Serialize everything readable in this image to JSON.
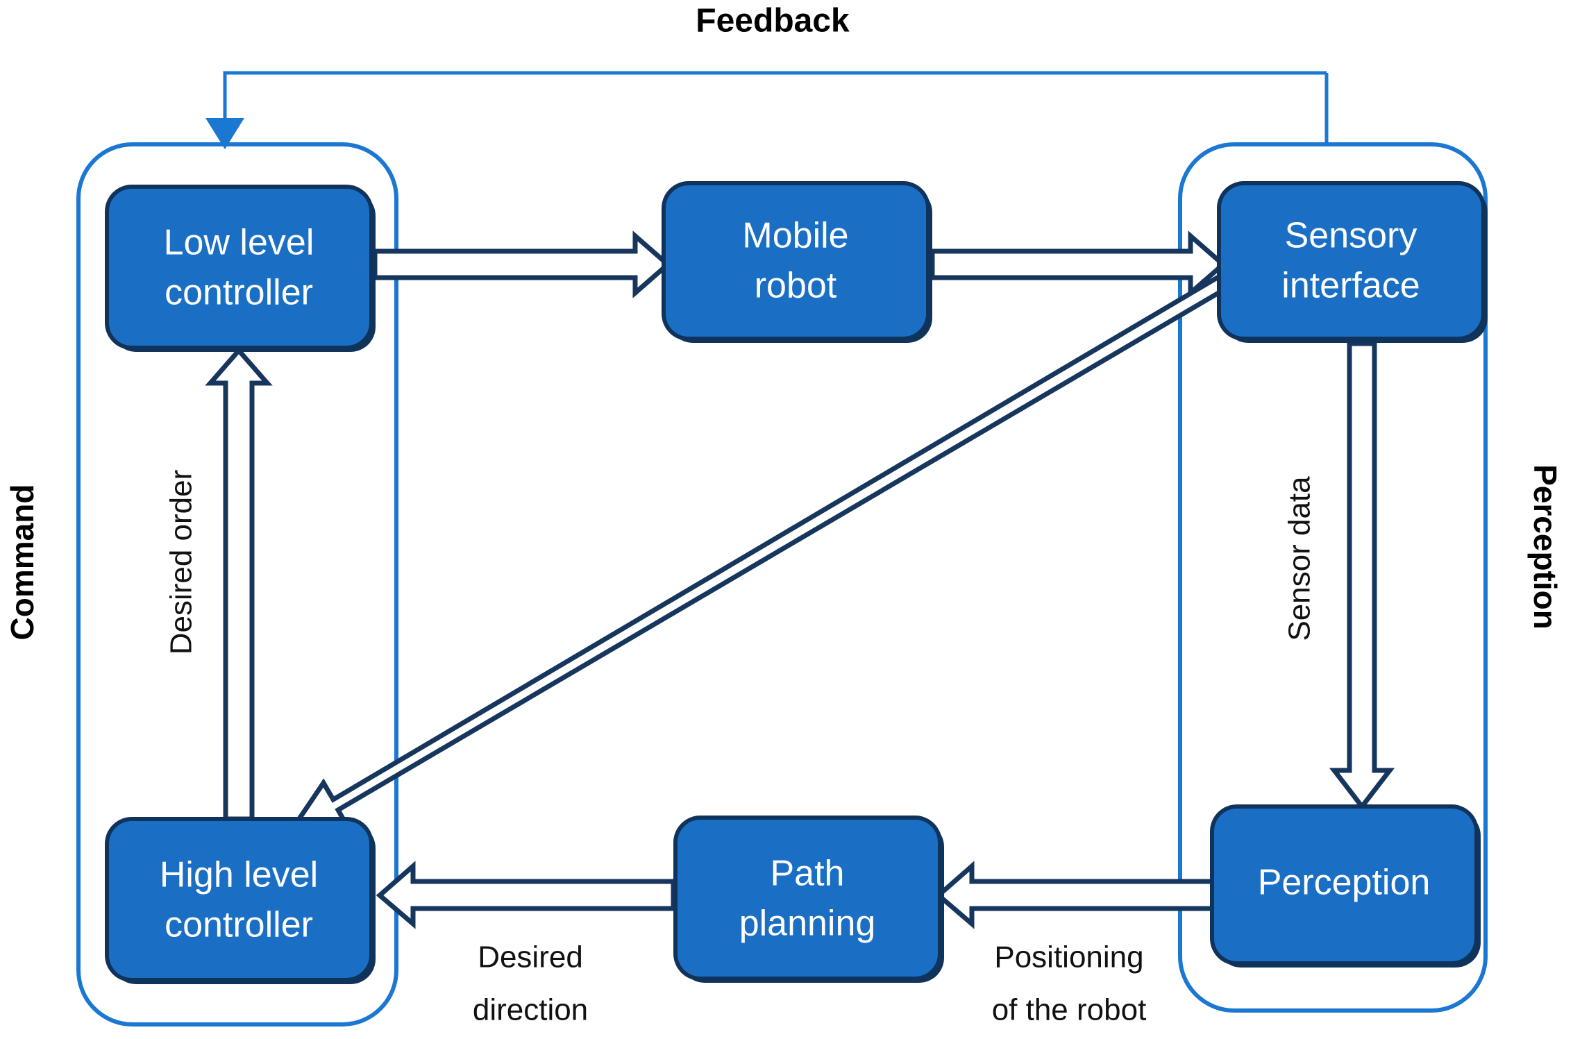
{
  "diagram": {
    "title": "Feedback",
    "colors": {
      "box_fill": "#1A6FC4",
      "box_border": "#10335C",
      "container_border": "#1B78D2",
      "arrow_stroke": "#17365D",
      "arrow_fill": "#FFFFFF",
      "feedback_stroke": "#1B78D2",
      "text_on_box": "#FFFFFF",
      "label_text": "#111111",
      "background": "#FFFFFF"
    },
    "groups": [
      {
        "id": "command",
        "label": "Command"
      },
      {
        "id": "perception",
        "label": "Perception"
      }
    ],
    "nodes": [
      {
        "id": "low-level-controller",
        "line1": "Low level",
        "line2": "controller"
      },
      {
        "id": "mobile-robot",
        "line1": "Mobile",
        "line2": "robot"
      },
      {
        "id": "sensory-interface",
        "line1": "Sensory",
        "line2": "interface"
      },
      {
        "id": "high-level-controller",
        "line1": "High level",
        "line2": "controller"
      },
      {
        "id": "path-planning",
        "line1": "Path",
        "line2": "planning"
      },
      {
        "id": "perception-block",
        "line1": "Perception",
        "line2": ""
      }
    ],
    "edges": [
      {
        "id": "feedback",
        "from": "sensory-interface",
        "to": "command-group",
        "label": "Feedback"
      },
      {
        "id": "llc-to-robot",
        "from": "low-level-controller",
        "to": "mobile-robot",
        "label": ""
      },
      {
        "id": "robot-to-sensory",
        "from": "mobile-robot",
        "to": "sensory-interface",
        "label": ""
      },
      {
        "id": "desired-order",
        "from": "high-level-controller",
        "to": "low-level-controller",
        "label": "Desired order"
      },
      {
        "id": "sensory-to-hlc",
        "from": "sensory-interface",
        "to": "high-level-controller",
        "label": ""
      },
      {
        "id": "sensor-data",
        "from": "sensory-interface",
        "to": "perception-block",
        "label": "Sensor data"
      },
      {
        "id": "positioning",
        "from": "perception-block",
        "to": "path-planning",
        "label_line1": "Positioning",
        "label_line2": "of the robot"
      },
      {
        "id": "desired-direction",
        "from": "path-planning",
        "to": "high-level-controller",
        "label_line1": "Desired",
        "label_line2": "direction"
      }
    ]
  }
}
